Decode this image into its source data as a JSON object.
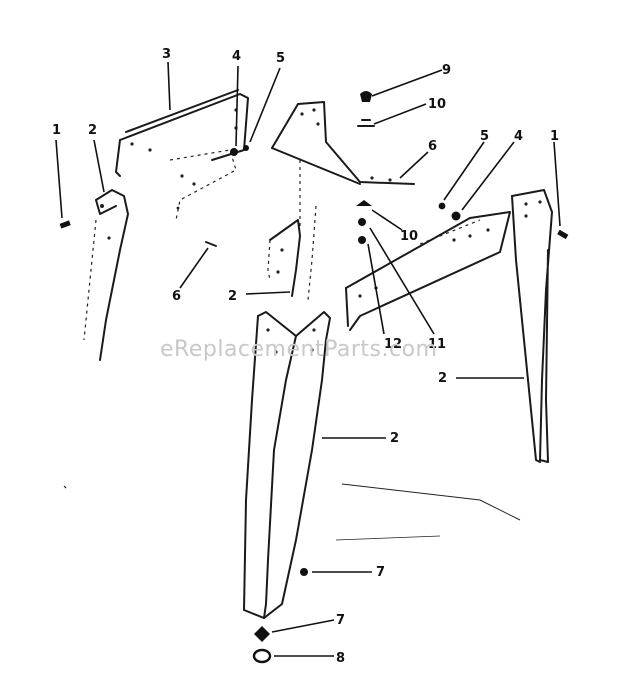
{
  "watermark": "eReplacementParts.com",
  "callouts": [
    {
      "id": "c-1a",
      "text": "1"
    },
    {
      "id": "c-2a",
      "text": "2"
    },
    {
      "id": "c-3",
      "text": "3"
    },
    {
      "id": "c-4a",
      "text": "4"
    },
    {
      "id": "c-5a",
      "text": "5"
    },
    {
      "id": "c-9",
      "text": "9"
    },
    {
      "id": "c-10a",
      "text": "10"
    },
    {
      "id": "c-6a",
      "text": "6"
    },
    {
      "id": "c-5b",
      "text": "5"
    },
    {
      "id": "c-4b",
      "text": "4"
    },
    {
      "id": "c-1b",
      "text": "1"
    },
    {
      "id": "c-10b",
      "text": "10"
    },
    {
      "id": "c-6b",
      "text": "6"
    },
    {
      "id": "c-2b",
      "text": "2"
    },
    {
      "id": "c-12",
      "text": "12"
    },
    {
      "id": "c-11",
      "text": "11"
    },
    {
      "id": "c-2c",
      "text": "2"
    },
    {
      "id": "c-2d",
      "text": "2"
    },
    {
      "id": "c-7a",
      "text": "7"
    },
    {
      "id": "c-7b",
      "text": "7"
    },
    {
      "id": "c-8",
      "text": "8"
    }
  ]
}
